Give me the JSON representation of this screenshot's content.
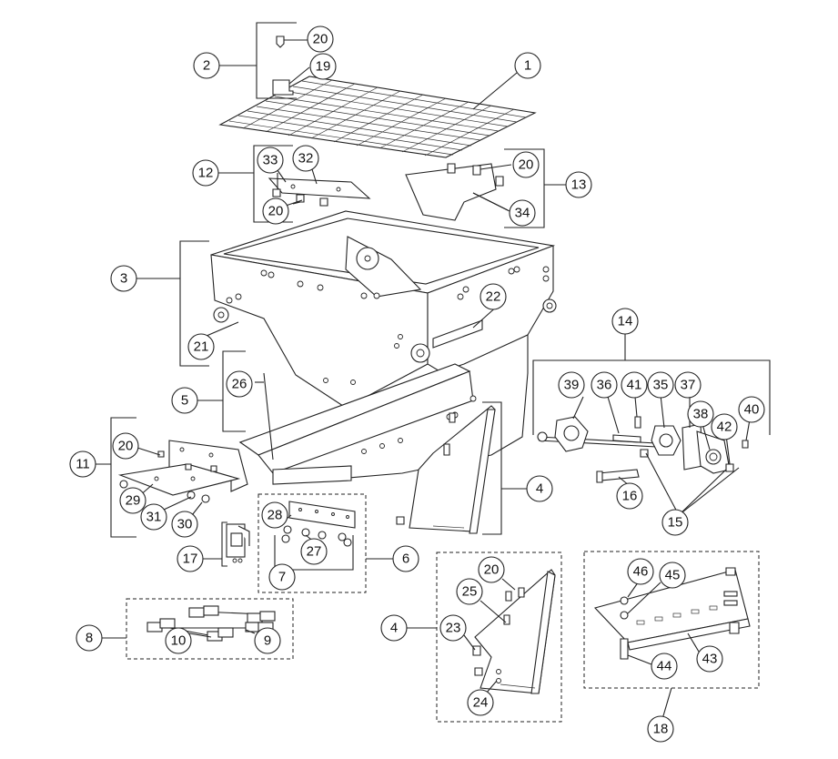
{
  "callouts": {
    "c1": "1",
    "c2": "2",
    "c3": "3",
    "c4a": "4",
    "c4b": "4",
    "c5": "5",
    "c6": "6",
    "c7": "7",
    "c8": "8",
    "c9": "9",
    "c10": "10",
    "c11": "11",
    "c12": "12",
    "c13": "13",
    "c14": "14",
    "c15": "15",
    "c16": "16",
    "c17": "17",
    "c18": "18",
    "c19": "19",
    "c20a": "20",
    "c20b": "20",
    "c20c": "20",
    "c20d": "20",
    "c20e": "20",
    "c21": "21",
    "c22": "22",
    "c23": "23",
    "c24": "24",
    "c25": "25",
    "c26": "26",
    "c27": "27",
    "c28": "28",
    "c29": "29",
    "c30": "30",
    "c31": "31",
    "c32": "32",
    "c33": "33",
    "c34": "34",
    "c35": "35",
    "c36": "36",
    "c37": "37",
    "c38": "38",
    "c39": "39",
    "c40": "40",
    "c41": "41",
    "c42": "42",
    "c43": "43",
    "c44": "44",
    "c45": "45",
    "c46": "46"
  }
}
